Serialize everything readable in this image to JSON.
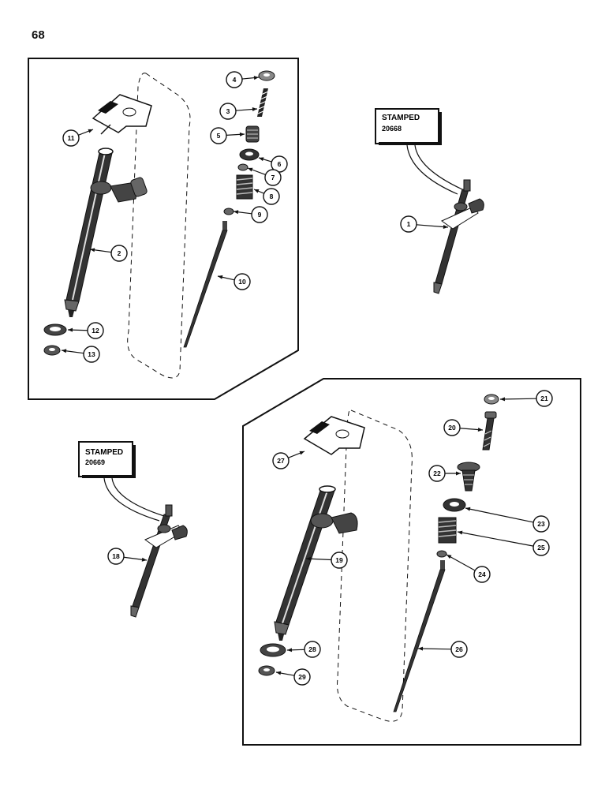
{
  "page_number": "68",
  "stamps": {
    "top": {
      "label": "STAMPED",
      "number": "20668"
    },
    "bottom": {
      "label": "STAMPED",
      "number": "20669"
    }
  },
  "callouts": {
    "c1": "1",
    "c2": "2",
    "c3": "3",
    "c4": "4",
    "c5": "5",
    "c6": "6",
    "c7": "7",
    "c8": "8",
    "c9": "9",
    "c10": "10",
    "c11": "11",
    "c12": "12",
    "c13": "13",
    "c18": "18",
    "c19": "19",
    "c20": "20",
    "c21": "21",
    "c22": "22",
    "c23": "23",
    "c24": "24",
    "c25": "25",
    "c26": "26",
    "c27": "27",
    "c28": "28",
    "c29": "29"
  }
}
